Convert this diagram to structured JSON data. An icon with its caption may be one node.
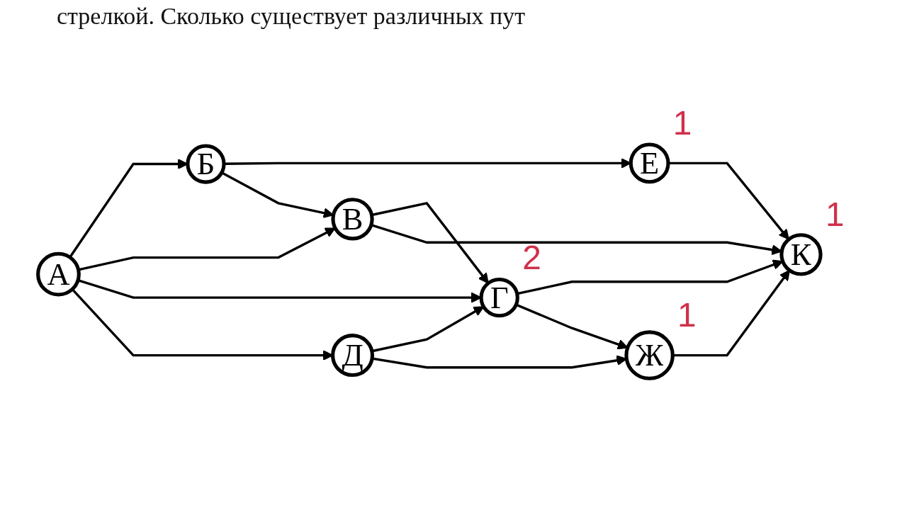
{
  "diagram": {
    "nodes": [
      {
        "text": [
          "А"
        ]
      },
      {
        "text": [
          "Б"
        ]
      },
      {
        "text": [
          "В"
        ]
      },
      {
        "text": [
          "Г"
        ],
        "beside": [
          "2"
        ]
      },
      {
        "text": [
          "Д"
        ]
      },
      {
        "text": [
          "Е"
        ],
        "beside": [
          "1"
        ]
      },
      {
        "text": [
          "Ж"
        ],
        "beside": [
          "1"
        ]
      },
      {
        "text": [
          "К"
        ],
        "beside": [
          "1"
        ]
      }
    ],
    "edges": [
      {
        "from": 0,
        "to": 1,
        "arrow": "to"
      },
      {
        "from": 0,
        "to": 2,
        "arrow": "to"
      },
      {
        "from": 0,
        "to": 3,
        "arrow": "to"
      },
      {
        "from": 0,
        "to": 4,
        "arrow": "to"
      },
      {
        "from": 1,
        "to": 5,
        "arrow": "to"
      },
      {
        "from": 1,
        "to": 2,
        "arrow": "to"
      },
      {
        "from": 2,
        "to": 3,
        "arrow": "to"
      },
      {
        "from": 2,
        "to": 7,
        "arrow": "to"
      },
      {
        "from": 5,
        "to": 7,
        "arrow": "to"
      },
      {
        "from": 3,
        "to": 7,
        "arrow": "to"
      },
      {
        "from": 3,
        "to": 6,
        "arrow": "to"
      },
      {
        "from": 4,
        "to": 3,
        "arrow": "to"
      },
      {
        "from": 4,
        "to": 6,
        "arrow": "to"
      },
      {
        "from": 6,
        "to": 7,
        "arrow": "to"
      }
    ],
    "labels": [
      "стрелкой. Сколько существует различных пут"
    ]
  }
}
